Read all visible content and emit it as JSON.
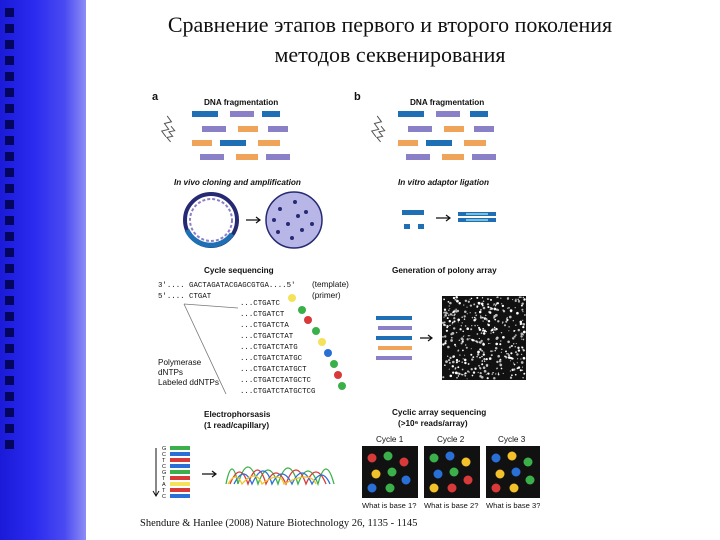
{
  "slide": {
    "title_line1": "Сравнение этапов первого и второго поколения",
    "title_line2": "методов секвенирования",
    "citation": "Shendure & Hanlee (2008) Nature Biotechnology 26, 1135 - 1145"
  },
  "figure": {
    "panel_a": {
      "letter": "a",
      "step1": "DNA fragmentation",
      "step2": "In vivo cloning and amplification",
      "step3": "Cycle sequencing",
      "template_seq": "3'.... GACTAGATACGAGCGTGA....5'",
      "template_label": "(template)",
      "primer_seq": "5'.... CTGAT",
      "primer_label": "(primer)",
      "reads": [
        "...CTGATC",
        "...CTGATCT",
        "...CTGATCTA",
        "...CTGATCTAT",
        "...CTGATCTATG",
        "...CTGATCTATGC",
        "...CTGATCTATGCT",
        "...CTGATCTATGCTC",
        "...CTGATCTATGCTCG"
      ],
      "reagents": [
        "Polymerase",
        "dNTPs",
        "Labeled ddNTPs"
      ],
      "step4": "Electrophorsasis",
      "step4_sub": "(1 read/capillary)",
      "gel_bases": [
        "G",
        "C",
        "T",
        "C",
        "G",
        "T",
        "A",
        "T",
        "C"
      ]
    },
    "panel_b": {
      "letter": "b",
      "step1": "DNA fragmentation",
      "step2": "In vitro adaptor ligation",
      "step3": "Generation of polony array",
      "step4": "Cyclic array sequencing",
      "step4_sub": "(>10⁶ reads/array)",
      "cycles": [
        "Cycle 1",
        "Cycle 2",
        "Cycle 3"
      ],
      "questions": [
        "What is base 1?",
        "What is base 2?",
        "What is base 3?"
      ]
    },
    "colors": {
      "blue": "#1f6fb4",
      "purple": "#8a80c8",
      "orange": "#f0a45a",
      "dark_navy": "#262a72"
    }
  }
}
